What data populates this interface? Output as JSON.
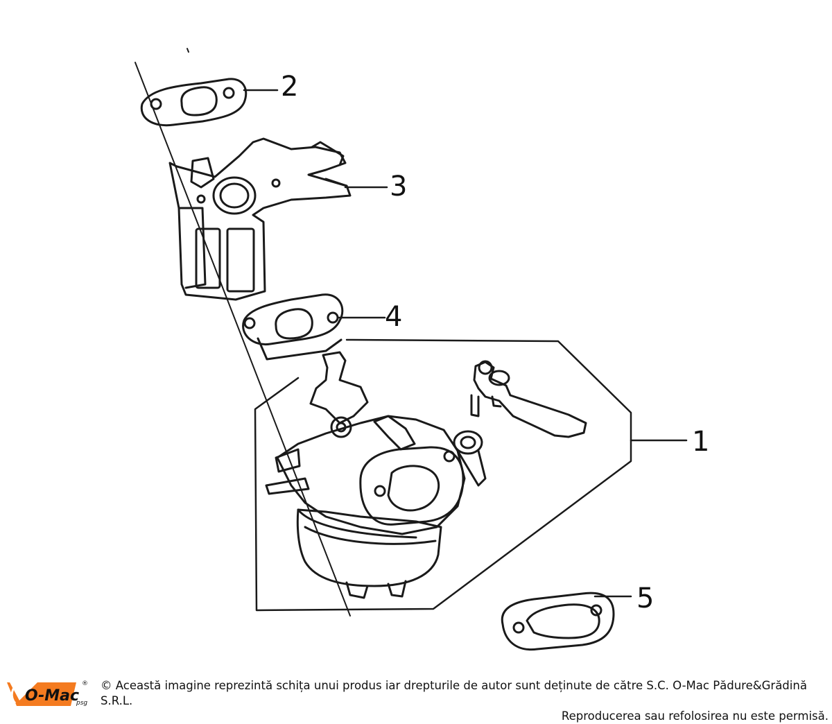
{
  "diagram": {
    "callouts": [
      {
        "id": "1",
        "label": "1"
      },
      {
        "id": "2",
        "label": "2"
      },
      {
        "id": "3",
        "label": "3"
      },
      {
        "id": "4",
        "label": "4"
      },
      {
        "id": "5",
        "label": "5"
      }
    ]
  },
  "logo": {
    "text": "O-Mac",
    "suffix": "psg",
    "registered": "®",
    "color": "#f47b20"
  },
  "footer": {
    "line1": "© Această imagine reprezintă schița unui produs iar drepturile de autor sunt deținute de către S.C. O-Mac Pădure&Grădină S.R.L.",
    "line2": "Reproducerea sau refolosirea nu este permisă."
  }
}
